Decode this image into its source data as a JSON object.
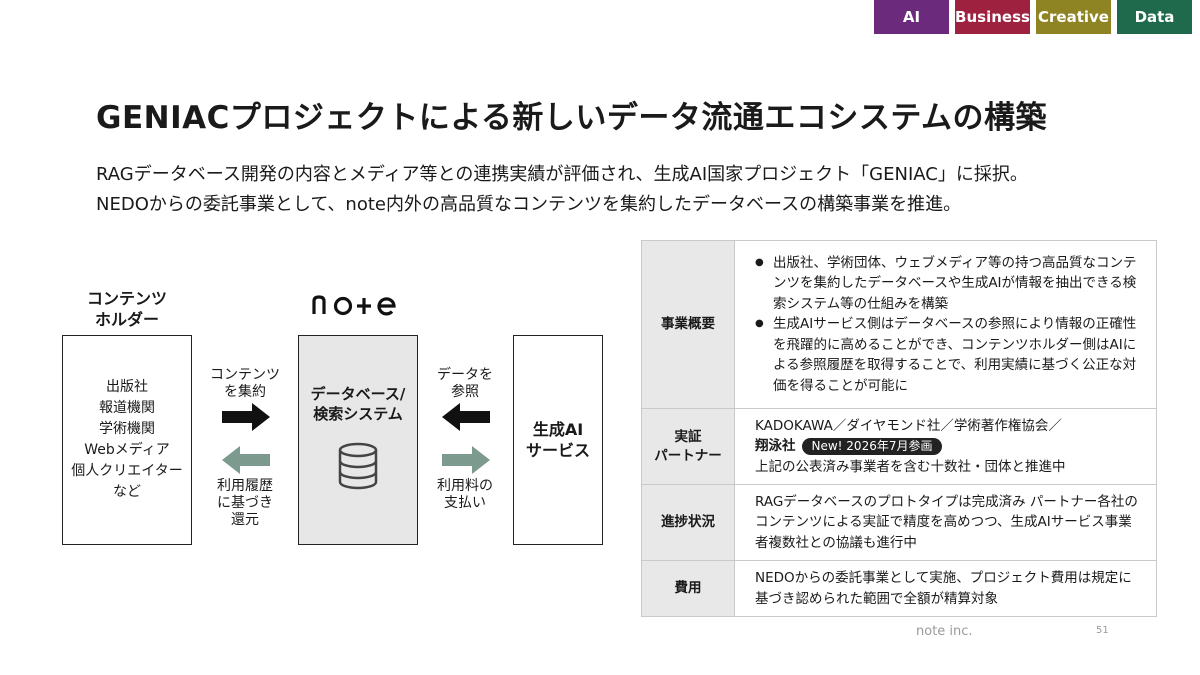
{
  "tags": [
    {
      "label": "AI",
      "color": "#6b2a7c"
    },
    {
      "label": "Business",
      "color": "#9e2140"
    },
    {
      "label": "Creative",
      "color": "#8e8424"
    },
    {
      "label": "Data",
      "color": "#1f6a4d"
    }
  ],
  "title": "GENIACプロジェクトによる新しいデータ流通エコシステムの構築",
  "lead": {
    "line1": "RAGデータベース開発の内容とメディア等との連携実績が評価され、生成AI国家プロジェクト「GENIAC」に採択。",
    "line2": "NEDOからの委託事業として、note内外の高品質なコンテンツを集約したデータベースの構築事業を推進。"
  },
  "diagram": {
    "holder_label": [
      "コンテンツ",
      "ホルダー"
    ],
    "holder_items": [
      "出版社",
      "報道機関",
      "学術機関",
      "Webメディア",
      "個人クリエイター",
      "など"
    ],
    "note_logo": "note",
    "db_label": [
      "データベース/",
      "検索システム"
    ],
    "ai_label": [
      "生成AI",
      "サービス"
    ],
    "arrow1_label": [
      "コンテンツ",
      "を集約"
    ],
    "arrow2_label": [
      "利用履歴",
      "に基づき",
      "還元"
    ],
    "arrow3_label": [
      "データを",
      "参照"
    ],
    "arrow4_label": [
      "利用料の",
      "支払い"
    ],
    "colors": {
      "forward_arrow": "#111111",
      "return_arrow": "#7d9a8e"
    }
  },
  "table": {
    "overview": {
      "head": "事業概要",
      "bullets": [
        "出版社、学術団体、ウェブメディア等の持つ高品質なコンテンツを集約したデータベースや生成AIが情報を抽出できる検索システム等の仕組みを構築",
        "生成AIサービス側はデータベースの参照により情報の正確性を飛躍的に高めることができ、コンテンツホルダー側はAIによる参照履歴を取得することで、利用実績に基づく公正な対価を得ることが可能に"
      ]
    },
    "partner": {
      "head": [
        "実証",
        "パートナー"
      ],
      "line1": "KADOKAWA／ダイヤモンド社／学術著作権協会／",
      "name": "翔泳社",
      "badge": "New! 2026年7月参画",
      "line3": "上記の公表済み事業者を含む十数社・団体と推進中"
    },
    "progress": {
      "head": "進捗状況",
      "body": "RAGデータベースのプロトタイプは完成済み パートナー各社のコンテンツによる実証で精度を高めつつ、生成AIサービス事業者複数社との協議も進行中"
    },
    "cost": {
      "head": "費用",
      "body": "NEDOからの委託事業として実施、プロジェクト費用は規定に基づき認められた範囲で全額が精算対象"
    }
  },
  "footer": {
    "company": "note inc.",
    "page": "51"
  }
}
